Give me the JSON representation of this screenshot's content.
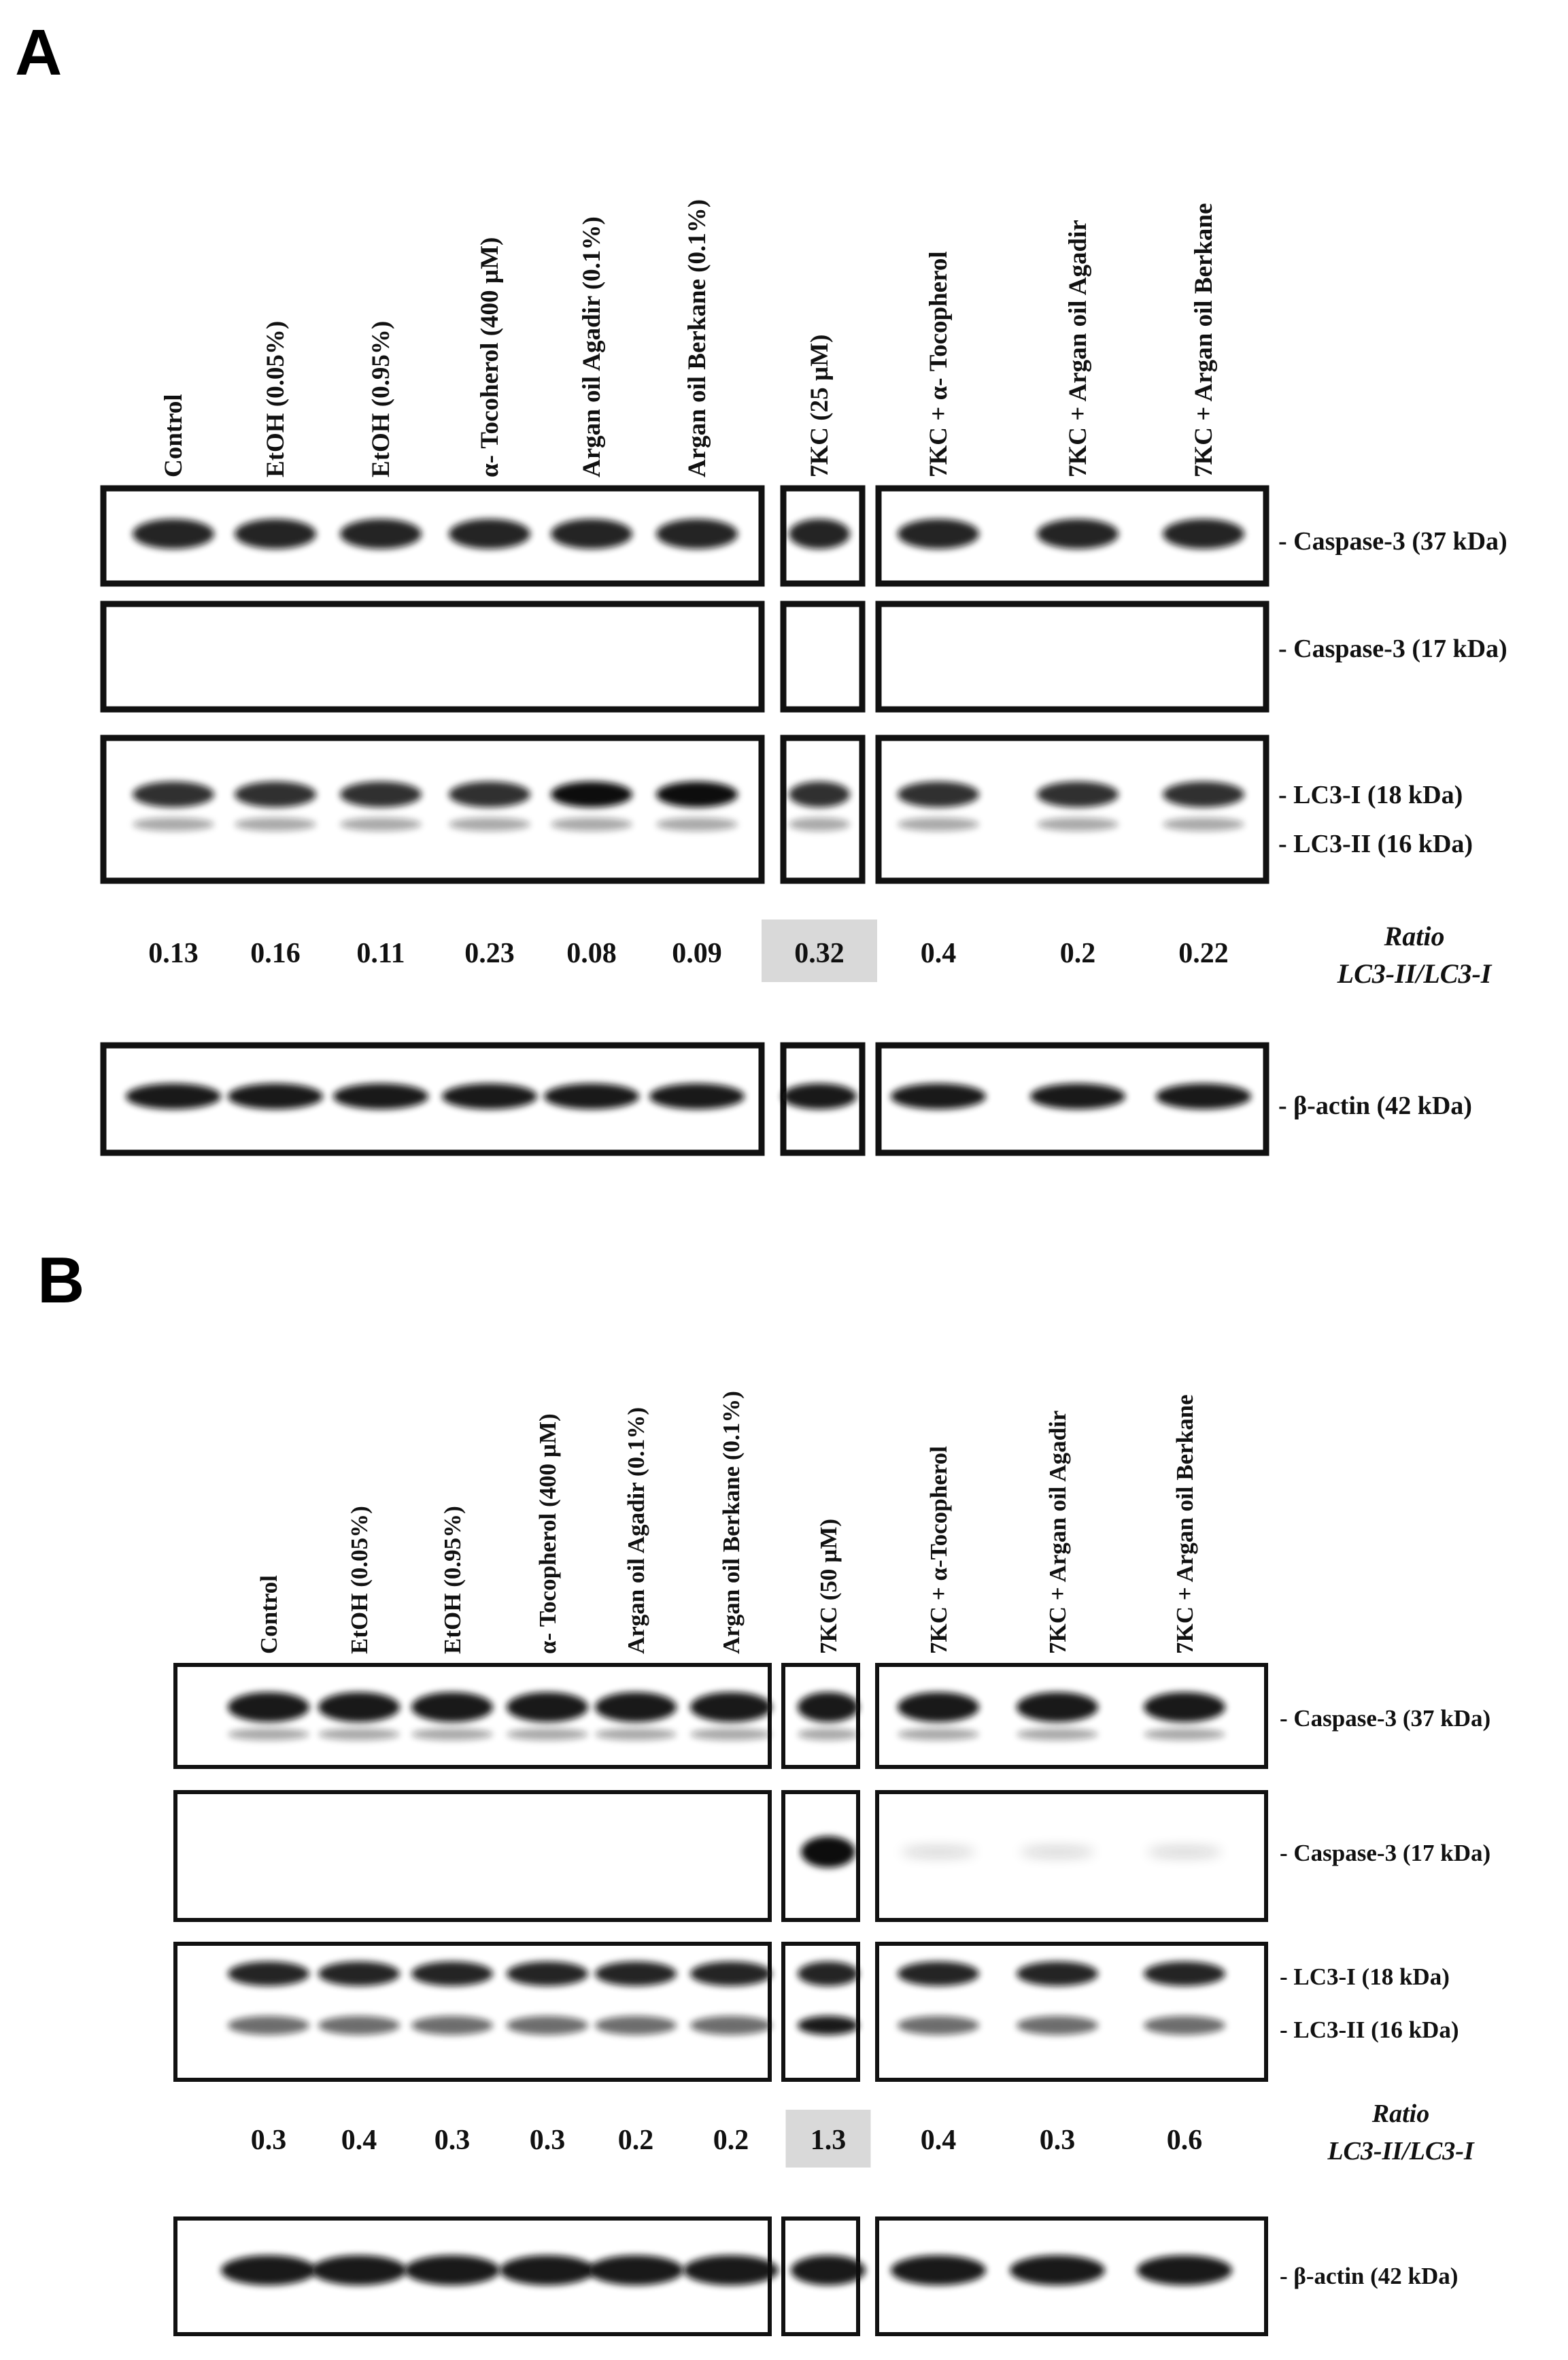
{
  "panels": [
    {
      "label": "A",
      "lanes": [
        "Control",
        "EtOH (0.05%)",
        "EtOH (0.95%)",
        "α- Tocoherol  (400 µM)",
        "Argan oil Agadir (0.1%)",
        "Argan oil Berkane (0.1%)",
        "7KC (25 µM)",
        "7KC + α- Tocopherol",
        "7KC + Argan oil Agadir",
        "7KC + Argan oil Berkane"
      ],
      "markers": {
        "casp37": "- Caspase-3 (37 kDa)",
        "casp17": "- Caspase-3 (17 kDa)",
        "lc3i": "- LC3-I (18 kDa)",
        "lc3ii": "- LC3-II (16 kDa)",
        "actin": "- β-actin (42 kDa)"
      },
      "ratio_label_line1": "Ratio",
      "ratio_label_line2": "LC3-II/LC3-I",
      "ratios": [
        "0.13",
        "0.16",
        "0.11",
        "0.23",
        "0.08",
        "0.09",
        "0.32",
        "0.4",
        "0.2",
        "0.22"
      ],
      "highlight_index": 6
    },
    {
      "label": "B",
      "lanes": [
        "Control",
        "EtOH (0.05%)",
        "EtOH (0.95%)",
        "α- Tocopherol  (400 µM)",
        "Argan oil Agadir (0.1%)",
        "Argan oil Berkane (0.1%)",
        "7KC  (50 µM)",
        "7KC + α-Tocopherol",
        "7KC + Argan oil Agadir",
        "7KC + Argan oil Berkane"
      ],
      "markers": {
        "casp37": "- Caspase-3 (37 kDa)",
        "casp17": "- Caspase-3 (17 kDa)",
        "lc3i": "- LC3-I (18 kDa)",
        "lc3ii": "- LC3-II (16 kDa)",
        "actin": "- β-actin (42 kDa)"
      },
      "ratio_label_line1": "Ratio",
      "ratio_label_line2": "LC3-II/LC3-I",
      "ratios": [
        "0.3",
        "0.4",
        "0.3",
        "0.3",
        "0.2",
        "0.2",
        "1.3",
        "0.4",
        "0.3",
        "0.6"
      ],
      "highlight_index": 6
    }
  ],
  "colors": {
    "ink": "#111111",
    "highlight": "#d9d9d9",
    "band": "#0d0d0d"
  }
}
